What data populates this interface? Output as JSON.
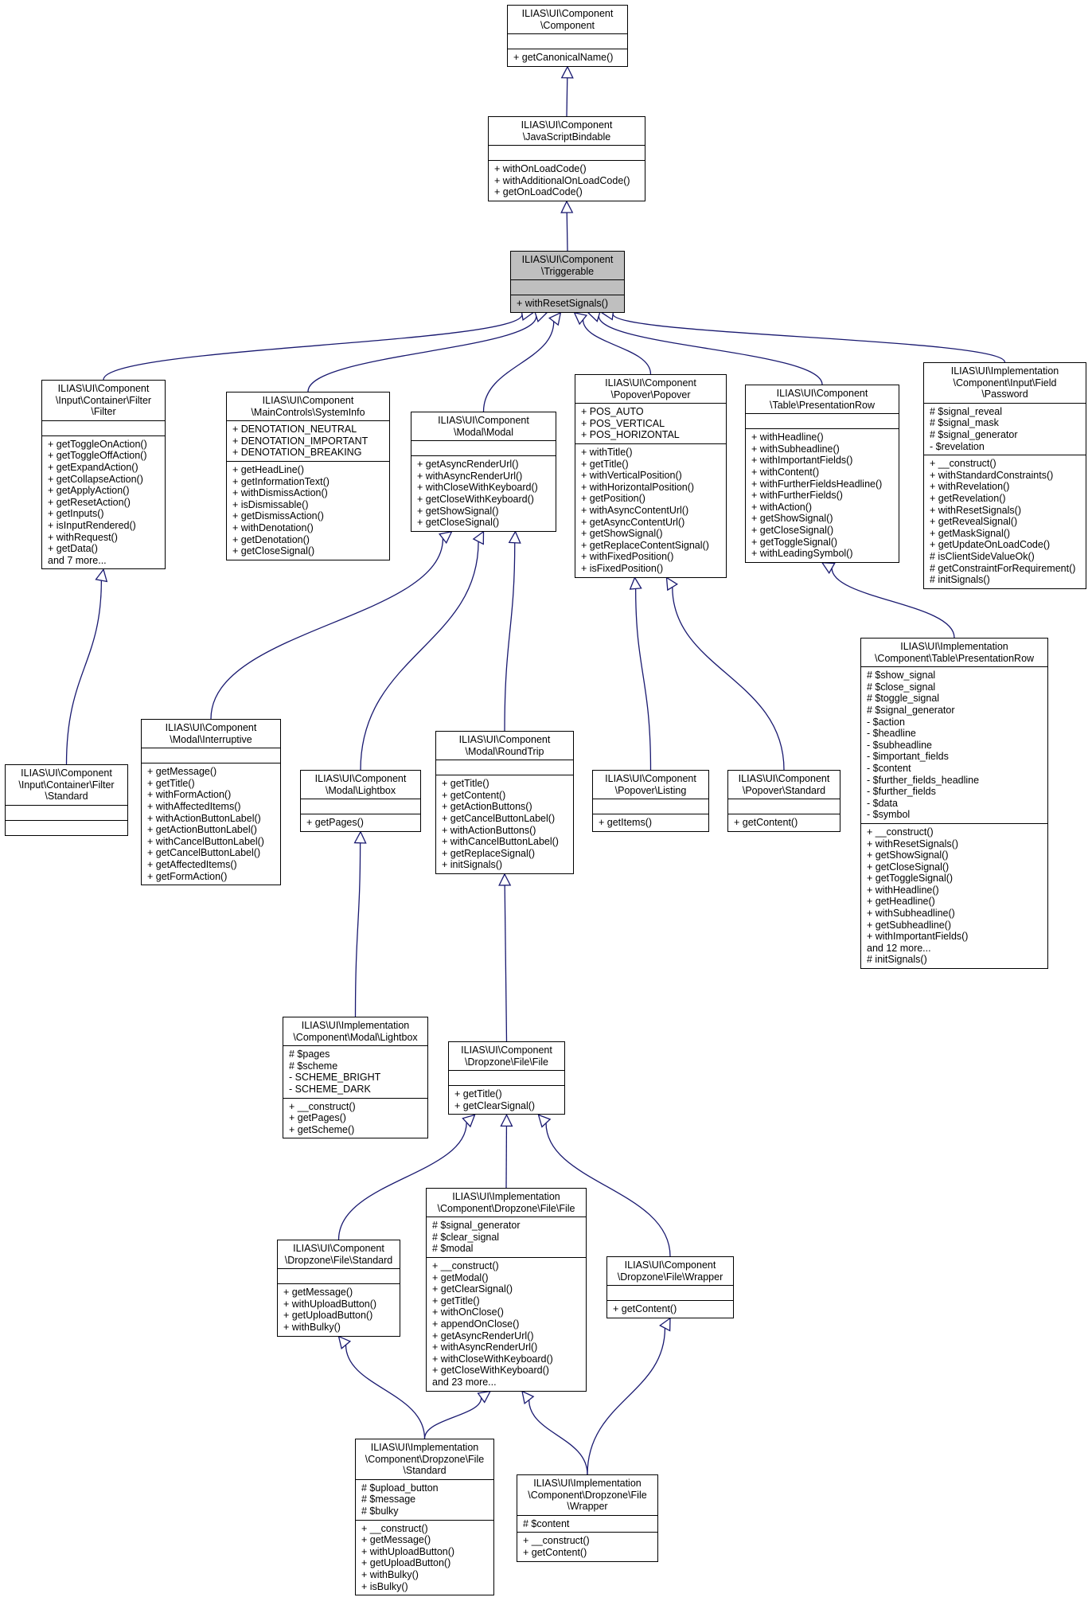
{
  "classes": [
    {
      "id": "component",
      "name": [
        "ILIAS\\UI\\Component",
        "\\Component"
      ],
      "attributes": [],
      "operations": [
        "+ getCanonicalName()"
      ]
    },
    {
      "id": "jsbindable",
      "name": [
        "ILIAS\\UI\\Component",
        "\\JavaScriptBindable"
      ],
      "attributes": [],
      "operations": [
        "+ withOnLoadCode()",
        "+ withAdditionalOnLoadCode()",
        "+ getOnLoadCode()"
      ]
    },
    {
      "id": "triggerable",
      "name": [
        "ILIAS\\UI\\Component",
        "\\Triggerable"
      ],
      "attributes": [],
      "operations": [
        "+ withResetSignals()"
      ],
      "highlight": true
    },
    {
      "id": "filter",
      "name": [
        "ILIAS\\UI\\Component",
        "\\Input\\Container\\Filter",
        "\\Filter"
      ],
      "attributes": [],
      "operations": [
        "+ getToggleOnAction()",
        "+ getToggleOffAction()",
        "+ getExpandAction()",
        "+ getCollapseAction()",
        "+ getApplyAction()",
        "+ getResetAction()",
        "+ getInputs()",
        "+ isInputRendered()",
        "+ withRequest()",
        "+ getData()",
        "and 7 more..."
      ]
    },
    {
      "id": "systeminfo",
      "name": [
        "ILIAS\\UI\\Component",
        "\\MainControls\\SystemInfo"
      ],
      "attributes": [
        "+ DENOTATION_NEUTRAL",
        "+ DENOTATION_IMPORTANT",
        "+ DENOTATION_BREAKING"
      ],
      "operations": [
        "+ getHeadLine()",
        "+ getInformationText()",
        "+ withDismissAction()",
        "+ isDismissable()",
        "+ getDismissAction()",
        "+ withDenotation()",
        "+ getDenotation()",
        "+ getCloseSignal()"
      ]
    },
    {
      "id": "modal",
      "name": [
        "ILIAS\\UI\\Component",
        "\\Modal\\Modal"
      ],
      "attributes": [],
      "operations": [
        "+ getAsyncRenderUrl()",
        "+ withAsyncRenderUrl()",
        "+ withCloseWithKeyboard()",
        "+ getCloseWithKeyboard()",
        "+ getShowSignal()",
        "+ getCloseSignal()"
      ]
    },
    {
      "id": "popover",
      "name": [
        "ILIAS\\UI\\Component",
        "\\Popover\\Popover"
      ],
      "attributes": [
        "+ POS_AUTO",
        "+ POS_VERTICAL",
        "+ POS_HORIZONTAL"
      ],
      "operations": [
        "+ withTitle()",
        "+ getTitle()",
        "+ withVerticalPosition()",
        "+ withHorizontalPosition()",
        "+ getPosition()",
        "+ withAsyncContentUrl()",
        "+ getAsyncContentUrl()",
        "+ getShowSignal()",
        "+ getReplaceContentSignal()",
        "+ withFixedPosition()",
        "+ isFixedPosition()"
      ]
    },
    {
      "id": "presrow",
      "name": [
        "ILIAS\\UI\\Component",
        "\\Table\\PresentationRow"
      ],
      "attributes": [],
      "operations": [
        "+ withHeadline()",
        "+ withSubheadline()",
        "+ withImportantFields()",
        "+ withContent()",
        "+ withFurtherFieldsHeadline()",
        "+ withFurtherFields()",
        "+ withAction()",
        "+ getShowSignal()",
        "+ getCloseSignal()",
        "+ getToggleSignal()",
        "+ withLeadingSymbol()"
      ]
    },
    {
      "id": "password",
      "name": [
        "ILIAS\\UI\\Implementation",
        "\\Component\\Input\\Field",
        "\\Password"
      ],
      "attributes": [
        "# $signal_reveal",
        "# $signal_mask",
        "# $signal_generator",
        "- $revelation"
      ],
      "operations": [
        "+ __construct()",
        "+ withStandardConstraints()",
        "+ withRevelation()",
        "+ getRevelation()",
        "+ withResetSignals()",
        "+ getRevealSignal()",
        "+ getMaskSignal()",
        "+ getUpdateOnLoadCode()",
        "# isClientSideValueOk()",
        "# getConstraintForRequirement()",
        "# initSignals()"
      ]
    },
    {
      "id": "filterstd",
      "name": [
        "ILIAS\\UI\\Component",
        "\\Input\\Container\\Filter",
        "\\Standard"
      ],
      "attributes": [],
      "operations": []
    },
    {
      "id": "interruptive",
      "name": [
        "ILIAS\\UI\\Component",
        "\\Modal\\Interruptive"
      ],
      "attributes": [],
      "operations": [
        "+ getMessage()",
        "+ getTitle()",
        "+ withFormAction()",
        "+ withAffectedItems()",
        "+ withActionButtonLabel()",
        "+ getActionButtonLabel()",
        "+ withCancelButtonLabel()",
        "+ getCancelButtonLabel()",
        "+ getAffectedItems()",
        "+ getFormAction()"
      ]
    },
    {
      "id": "lightbox",
      "name": [
        "ILIAS\\UI\\Component",
        "\\Modal\\Lightbox"
      ],
      "attributes": [],
      "operations": [
        "+ getPages()"
      ]
    },
    {
      "id": "roundtrip",
      "name": [
        "ILIAS\\UI\\Component",
        "\\Modal\\RoundTrip"
      ],
      "attributes": [],
      "operations": [
        "+ getTitle()",
        "+ getContent()",
        "+ getActionButtons()",
        "+ getCancelButtonLabel()",
        "+ withActionButtons()",
        "+ withCancelButtonLabel()",
        "+ getReplaceSignal()",
        "+ initSignals()"
      ]
    },
    {
      "id": "listing",
      "name": [
        "ILIAS\\UI\\Component",
        "\\Popover\\Listing"
      ],
      "attributes": [],
      "operations": [
        "+ getItems()"
      ]
    },
    {
      "id": "popstd",
      "name": [
        "ILIAS\\UI\\Component",
        "\\Popover\\Standard"
      ],
      "attributes": [],
      "operations": [
        "+ getContent()"
      ]
    },
    {
      "id": "presrowimpl",
      "name": [
        "ILIAS\\UI\\Implementation",
        "\\Component\\Table\\PresentationRow"
      ],
      "attributes": [
        "# $show_signal",
        "# $close_signal",
        "# $toggle_signal",
        "# $signal_generator",
        "- $action",
        "- $headline",
        "- $subheadline",
        "- $important_fields",
        "- $content",
        "- $further_fields_headline",
        "- $further_fields",
        "- $data",
        "- $symbol"
      ],
      "operations": [
        "+ __construct()",
        "+ withResetSignals()",
        "+ getShowSignal()",
        "+ getCloseSignal()",
        "+ getToggleSignal()",
        "+ withHeadline()",
        "+ getHeadline()",
        "+ withSubheadline()",
        "+ getSubheadline()",
        "+ withImportantFields()",
        "and 12 more...",
        "# initSignals()"
      ]
    },
    {
      "id": "lightboximpl",
      "name": [
        "ILIAS\\UI\\Implementation",
        "\\Component\\Modal\\Lightbox"
      ],
      "attributes": [
        "# $pages",
        "# $scheme",
        "- SCHEME_BRIGHT",
        "- SCHEME_DARK"
      ],
      "operations": [
        "+ __construct()",
        "+ getPages()",
        "+ getScheme()"
      ]
    },
    {
      "id": "dzfile",
      "name": [
        "ILIAS\\UI\\Component",
        "\\Dropzone\\File\\File"
      ],
      "attributes": [],
      "operations": [
        "+ getTitle()",
        "+ getClearSignal()"
      ]
    },
    {
      "id": "dzfileimpl",
      "name": [
        "ILIAS\\UI\\Implementation",
        "\\Component\\Dropzone\\File\\File"
      ],
      "attributes": [
        "# $signal_generator",
        "# $clear_signal",
        "# $modal"
      ],
      "operations": [
        "+ __construct()",
        "+ getModal()",
        "+ getClearSignal()",
        "+ getTitle()",
        "+ withOnClose()",
        "+ appendOnClose()",
        "+ getAsyncRenderUrl()",
        "+ withAsyncRenderUrl()",
        "+ withCloseWithKeyboard()",
        "+ getCloseWithKeyboard()",
        "and 23 more..."
      ]
    },
    {
      "id": "dzstd",
      "name": [
        "ILIAS\\UI\\Component",
        "\\Dropzone\\File\\Standard"
      ],
      "attributes": [],
      "operations": [
        "+ getMessage()",
        "+ withUploadButton()",
        "+ getUploadButton()",
        "+ withBulky()"
      ]
    },
    {
      "id": "dzwrapper",
      "name": [
        "ILIAS\\UI\\Component",
        "\\Dropzone\\File\\Wrapper"
      ],
      "attributes": [],
      "operations": [
        "+ getContent()"
      ]
    },
    {
      "id": "dzstdimpl",
      "name": [
        "ILIAS\\UI\\Implementation",
        "\\Component\\Dropzone\\File",
        "\\Standard"
      ],
      "attributes": [
        "# $upload_button",
        "# $message",
        "# $bulky"
      ],
      "operations": [
        "+ __construct()",
        "+ getMessage()",
        "+ withUploadButton()",
        "+ getUploadButton()",
        "+ withBulky()",
        "+ isBulky()"
      ]
    },
    {
      "id": "dzwrapperimpl",
      "name": [
        "ILIAS\\UI\\Implementation",
        "\\Component\\Dropzone\\File",
        "\\Wrapper"
      ],
      "attributes": [
        "# $content"
      ],
      "operations": [
        "+ __construct()",
        "+ getContent()"
      ]
    }
  ],
  "edges": [
    {
      "from": "jsbindable",
      "to": "component"
    },
    {
      "from": "triggerable",
      "to": "jsbindable"
    },
    {
      "from": "filter",
      "to": "triggerable"
    },
    {
      "from": "systeminfo",
      "to": "triggerable"
    },
    {
      "from": "modal",
      "to": "triggerable"
    },
    {
      "from": "popover",
      "to": "triggerable"
    },
    {
      "from": "presrow",
      "to": "triggerable"
    },
    {
      "from": "password",
      "to": "triggerable"
    },
    {
      "from": "filterstd",
      "to": "filter"
    },
    {
      "from": "interruptive",
      "to": "modal"
    },
    {
      "from": "lightbox",
      "to": "modal"
    },
    {
      "from": "roundtrip",
      "to": "modal"
    },
    {
      "from": "listing",
      "to": "popover"
    },
    {
      "from": "popstd",
      "to": "popover"
    },
    {
      "from": "presrowimpl",
      "to": "presrow"
    },
    {
      "from": "lightboximpl",
      "to": "lightbox"
    },
    {
      "from": "dzfile",
      "to": "roundtrip"
    },
    {
      "from": "dzstd",
      "to": "dzfile"
    },
    {
      "from": "dzfileimpl",
      "to": "dzfile"
    },
    {
      "from": "dzwrapper",
      "to": "dzfile"
    },
    {
      "from": "dzstdimpl",
      "to": "dzstd"
    },
    {
      "from": "dzstdimpl",
      "to": "dzfileimpl"
    },
    {
      "from": "dzwrapperimpl",
      "to": "dzfileimpl"
    },
    {
      "from": "dzwrapperimpl",
      "to": "dzwrapper"
    }
  ],
  "colors": {
    "edge": "#191970",
    "highlight_fill": "#bfbfbf",
    "border": "#000000",
    "background": "#ffffff"
  }
}
